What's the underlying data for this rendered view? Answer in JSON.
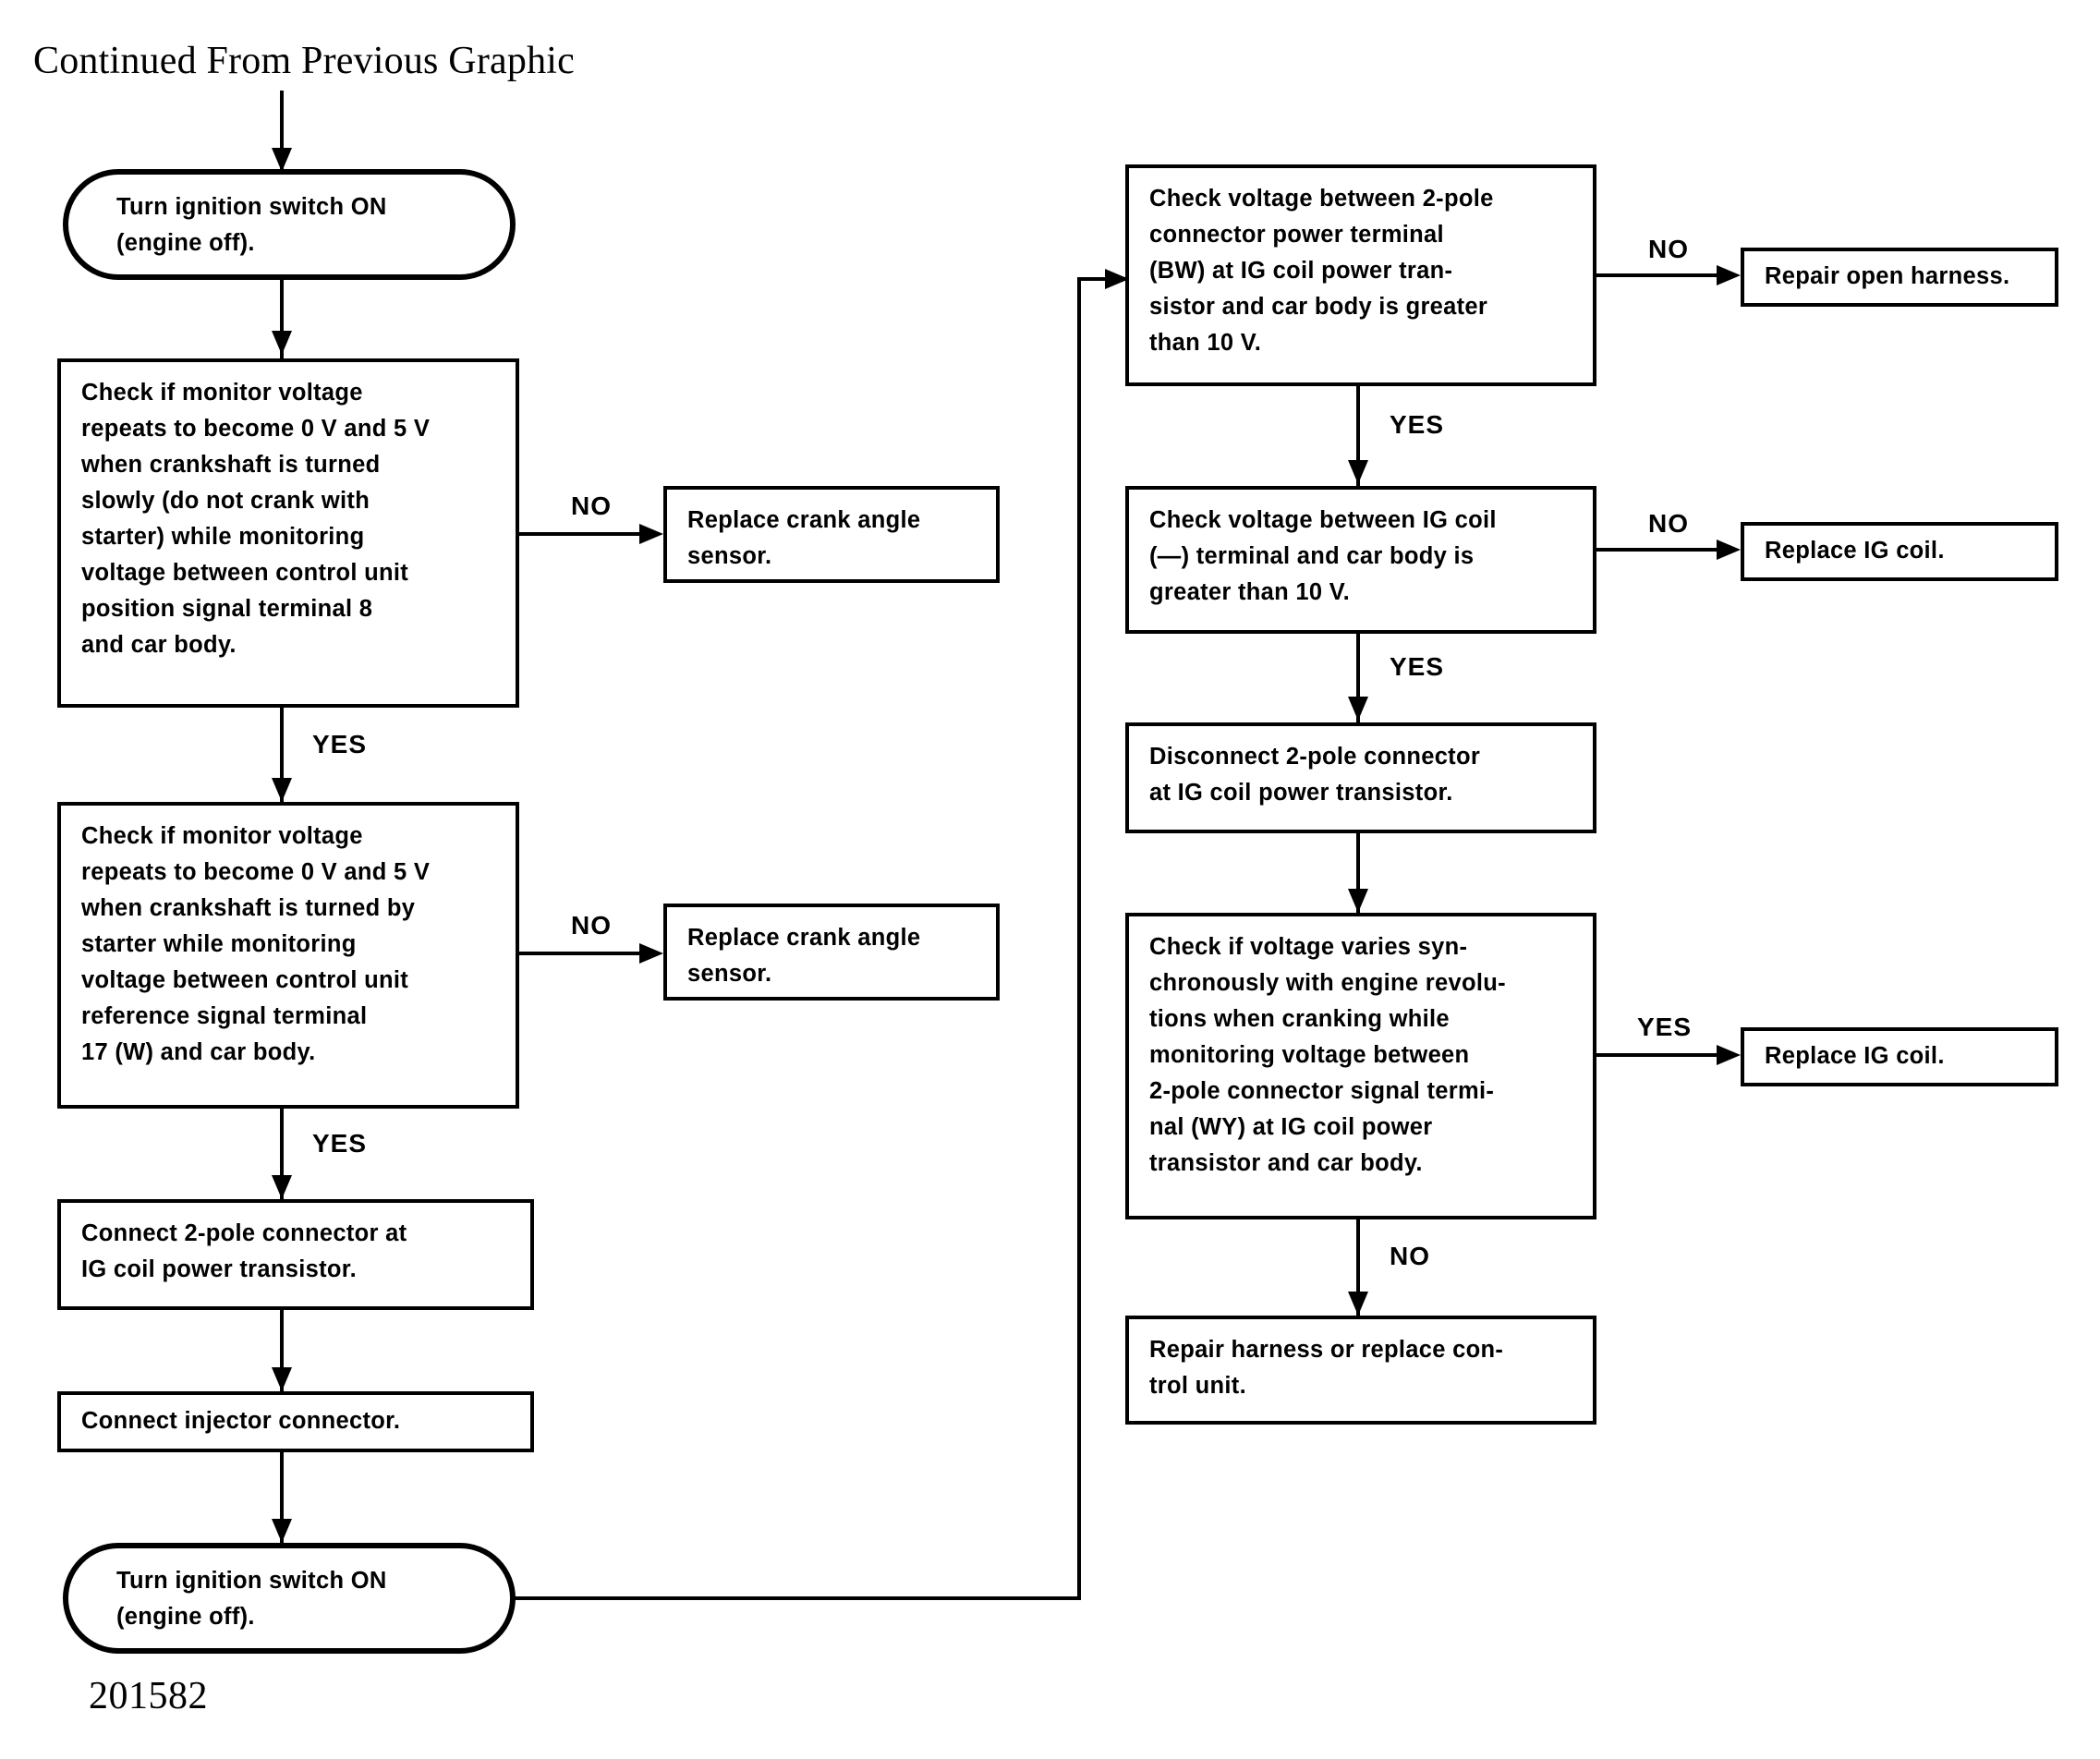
{
  "page": {
    "title": "Continued From Previous Graphic",
    "figure_number": "201582",
    "ink_color": "#000000",
    "background_color": "#ffffff"
  },
  "nodes": {
    "start_ignition_on": "Turn ignition switch ON\n(engine off).",
    "check_position_signal": "Check if monitor voltage\nrepeats to become 0 V and 5 V\nwhen crankshaft is turned\nslowly (do not crank with\nstarter) while monitoring\nvoltage between control unit\nposition signal terminal 8\nand car body.",
    "replace_crank_sensor_1": "Replace crank angle\nsensor.",
    "check_reference_signal": "Check if monitor voltage\nrepeats to become 0 V and 5 V\nwhen crankshaft is turned by\nstarter while monitoring\nvoltage between control unit\nreference signal terminal\n17 (W) and car body.",
    "replace_crank_sensor_2": "Replace crank angle\nsensor.",
    "connect_2pole": "Connect 2-pole connector at\nIG coil power transistor.",
    "connect_injector": "Connect injector connector.",
    "ignition_on_2": "Turn ignition switch ON\n(engine off).",
    "check_bw_power_terminal": "Check voltage between 2-pole\nconnector power terminal\n(BW) at IG coil power tran-\nsistor and car body is greater\nthan 10 V.",
    "repair_open_harness": "Repair open harness.",
    "check_ig_coil_minus": "Check voltage between IG coil\n(—) terminal and car body is\ngreater than 10 V.",
    "replace_ig_coil_1": "Replace IG coil.",
    "disconnect_2pole": "Disconnect 2-pole connector\nat IG coil power transistor.",
    "check_voltage_sync": "Check if voltage varies syn-\nchronously with engine revolu-\ntions when cranking while\nmonitoring voltage between\n2-pole connector signal termi-\nnal (WY) at IG coil power\ntransistor and car body.",
    "replace_ig_coil_2": "Replace IG coil.",
    "repair_harness_or_control_unit": "Repair harness or replace con-\ntrol unit."
  },
  "branch_labels": {
    "no_position_signal": "NO",
    "yes_position_signal": "YES",
    "no_reference_signal": "NO",
    "yes_reference_signal": "YES",
    "no_bw_power_terminal": "NO",
    "yes_bw_power_terminal": "YES",
    "no_ig_coil_minus": "NO",
    "yes_ig_coil_minus": "YES",
    "yes_voltage_sync": "YES",
    "no_voltage_sync": "NO"
  },
  "flow_edges": [
    {
      "from": "previous-graphic",
      "to": "start_ignition_on",
      "label": ""
    },
    {
      "from": "start_ignition_on",
      "to": "check_position_signal",
      "label": ""
    },
    {
      "from": "check_position_signal",
      "to": "replace_crank_sensor_1",
      "label": "NO"
    },
    {
      "from": "check_position_signal",
      "to": "check_reference_signal",
      "label": "YES"
    },
    {
      "from": "check_reference_signal",
      "to": "replace_crank_sensor_2",
      "label": "NO"
    },
    {
      "from": "check_reference_signal",
      "to": "connect_2pole",
      "label": "YES"
    },
    {
      "from": "connect_2pole",
      "to": "connect_injector",
      "label": ""
    },
    {
      "from": "connect_injector",
      "to": "ignition_on_2",
      "label": ""
    },
    {
      "from": "ignition_on_2",
      "to": "check_bw_power_terminal",
      "label": ""
    },
    {
      "from": "check_bw_power_terminal",
      "to": "repair_open_harness",
      "label": "NO"
    },
    {
      "from": "check_bw_power_terminal",
      "to": "check_ig_coil_minus",
      "label": "YES"
    },
    {
      "from": "check_ig_coil_minus",
      "to": "replace_ig_coil_1",
      "label": "NO"
    },
    {
      "from": "check_ig_coil_minus",
      "to": "disconnect_2pole",
      "label": "YES"
    },
    {
      "from": "disconnect_2pole",
      "to": "check_voltage_sync",
      "label": ""
    },
    {
      "from": "check_voltage_sync",
      "to": "replace_ig_coil_2",
      "label": "YES"
    },
    {
      "from": "check_voltage_sync",
      "to": "repair_harness_or_control_unit",
      "label": "NO"
    }
  ]
}
